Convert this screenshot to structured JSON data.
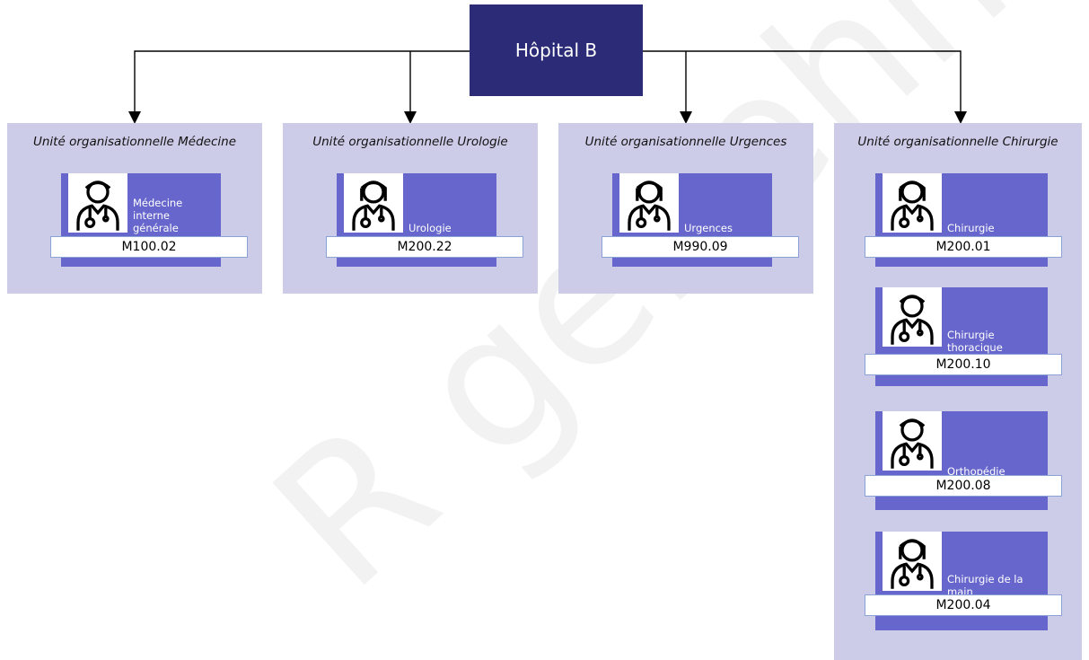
{
  "root": {
    "label": "Hôpital B"
  },
  "units": [
    {
      "title": "Unité organisationnelle Médecine",
      "cards": [
        {
          "role": "Médecine interne générale",
          "code": "M100.02"
        }
      ]
    },
    {
      "title": "Unité organisationnelle Urologie",
      "cards": [
        {
          "role": "Urologie",
          "code": "M200.22"
        }
      ]
    },
    {
      "title": "Unité organisationnelle Urgences",
      "cards": [
        {
          "role": "Urgences",
          "code": "M990.09"
        }
      ]
    },
    {
      "title": "Unité organisationnelle Chirurgie",
      "cards": [
        {
          "role": "Chirurgie",
          "code": "M200.01"
        },
        {
          "role": "Chirurgie thoracique",
          "code": "M200.10"
        },
        {
          "role": "Orthopédie",
          "code": "M200.08"
        },
        {
          "role": "Chirurgie de la main",
          "code": "M200.04"
        }
      ]
    }
  ],
  "watermark": "R genehm",
  "colors": {
    "root_fill": "#2b2b78",
    "unit_fill": "#cccce8",
    "card_fill": "#6666cc",
    "connector": "#000000"
  },
  "icons": {
    "person": "doctor-icon"
  }
}
